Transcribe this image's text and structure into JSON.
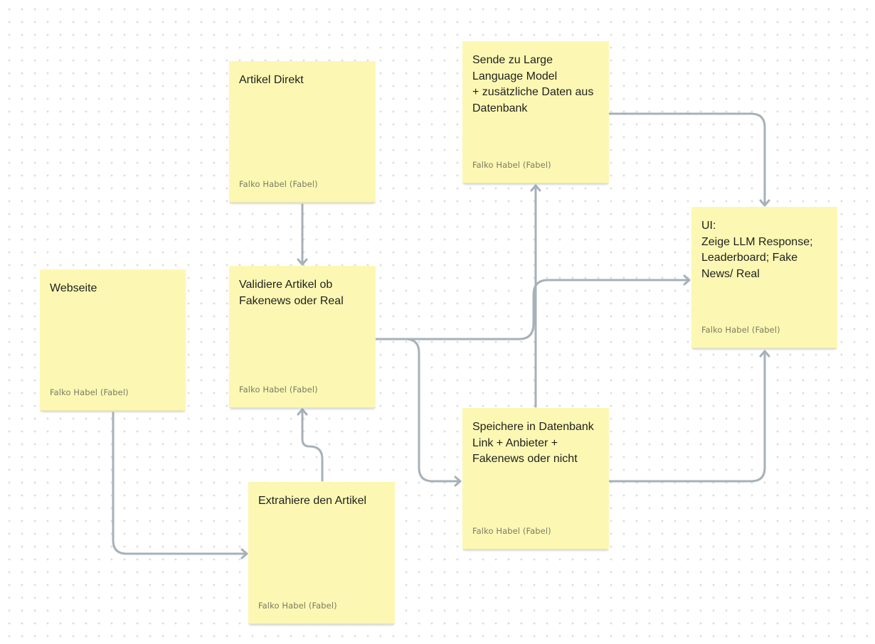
{
  "notes": {
    "artikel_direkt": {
      "text": "Artikel Direkt",
      "author": "Falko Habel (Fabel)"
    },
    "webseite": {
      "text": "Webseite",
      "author": "Falko Habel (Fabel)"
    },
    "validiere": {
      "text": "Validiere Artikel ob\nFakenews oder Real",
      "author": "Falko Habel (Fabel)"
    },
    "extrahiere": {
      "text": "Extrahiere den Artikel",
      "author": "Falko Habel (Fabel)"
    },
    "sende_llm": {
      "text": "Sende zu Large\nLanguage Model\n+ zusätzliche Daten aus\nDatenbank",
      "author": "Falko Habel (Fabel)"
    },
    "speichere": {
      "text": "Speichere in Datenbank\nLink + Anbieter +\nFakenews oder nicht",
      "author": "Falko Habel (Fabel)"
    },
    "ui": {
      "text": "UI:\nZeige LLM Response;\nLeaderboard; Fake\nNews/ Real",
      "author": "Falko Habel (Fabel)"
    }
  },
  "colors": {
    "note_fill": "#fcf8b3",
    "connector": "#a6b1b9",
    "text": "#1f1f1f",
    "author_text": "#7a7a66"
  }
}
